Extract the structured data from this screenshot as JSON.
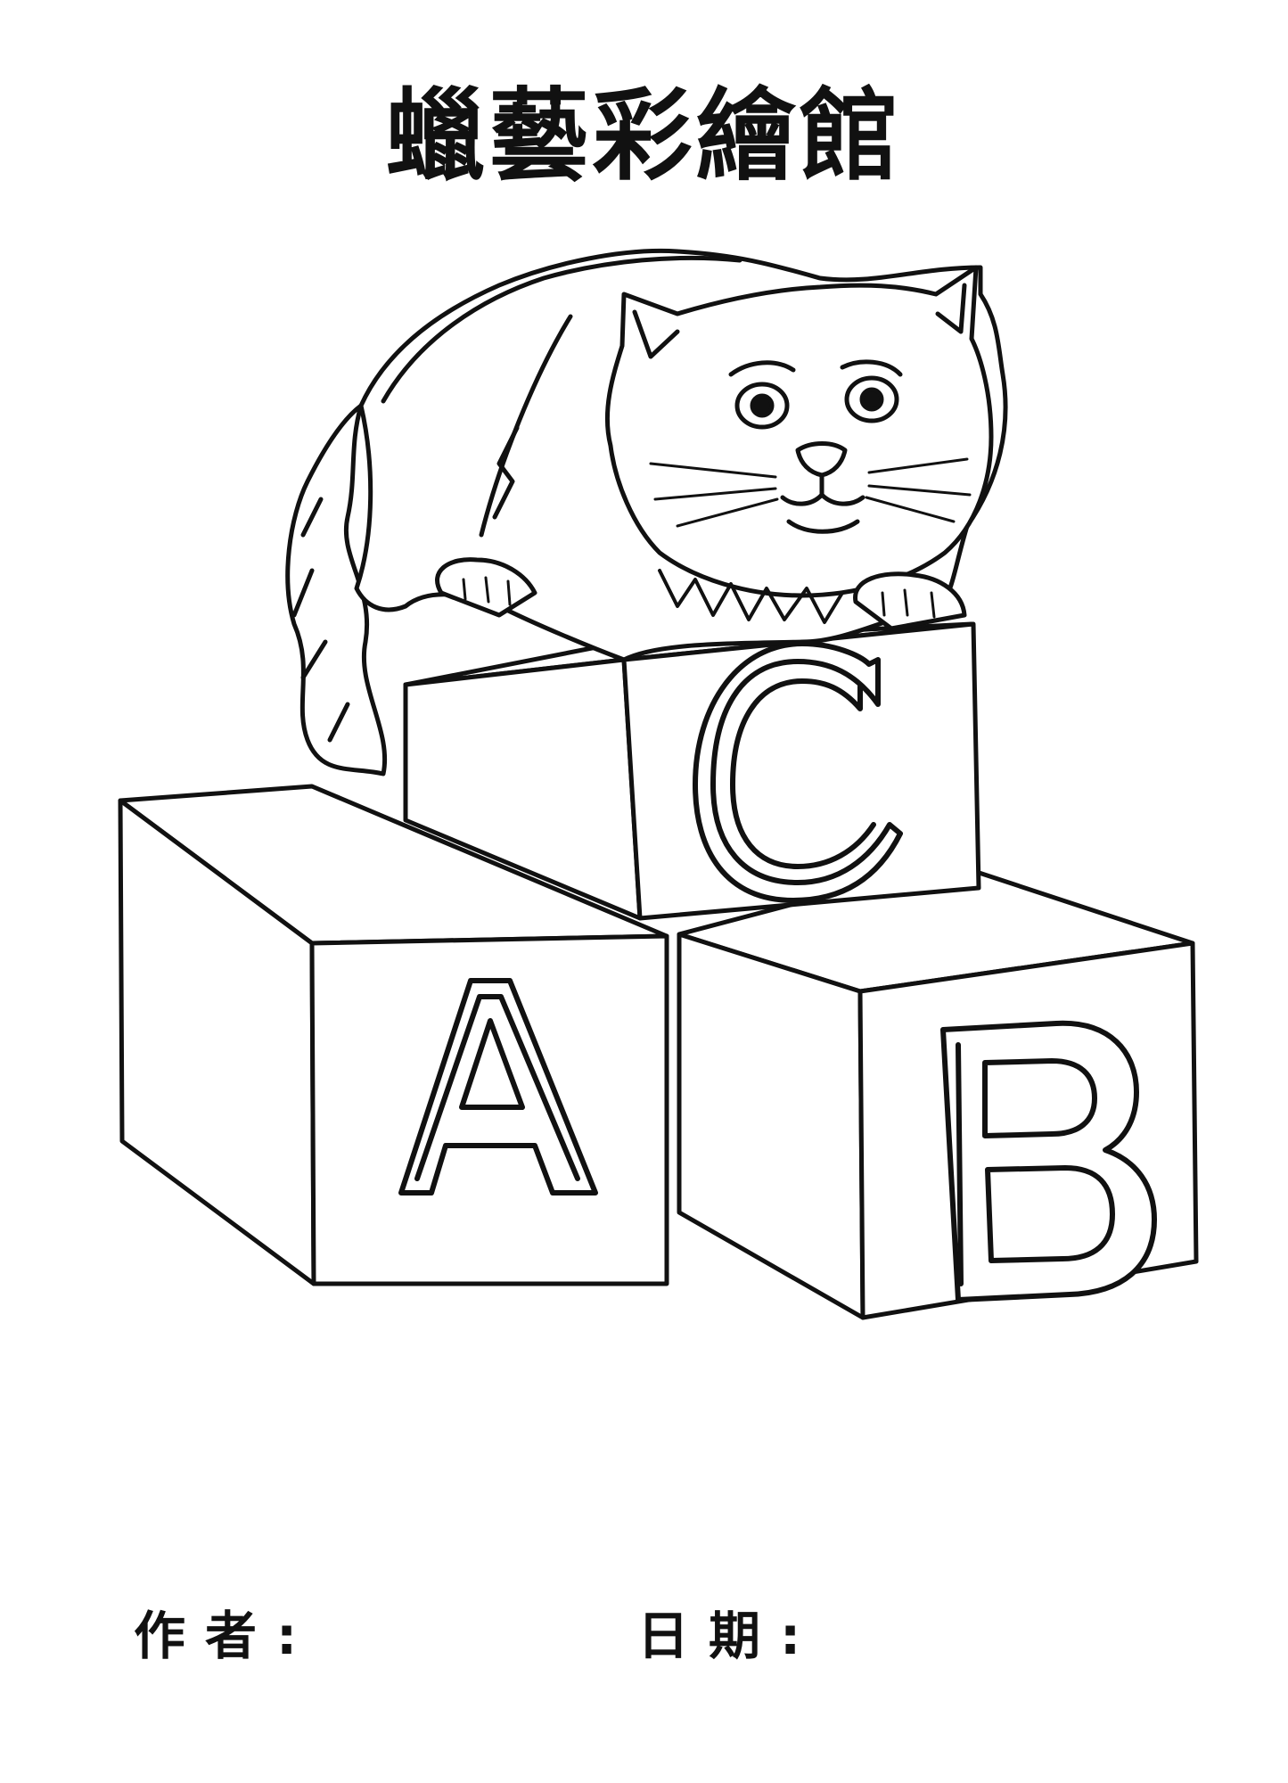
{
  "page": {
    "title": "蠟藝彩繪館",
    "author_label": "作者:",
    "date_label": "日期:"
  },
  "artwork": {
    "subject": "cat",
    "blocks": {
      "left": "A",
      "right": "B",
      "top": "C"
    }
  },
  "colors": {
    "ink": "#111111",
    "paper": "#ffffff"
  }
}
